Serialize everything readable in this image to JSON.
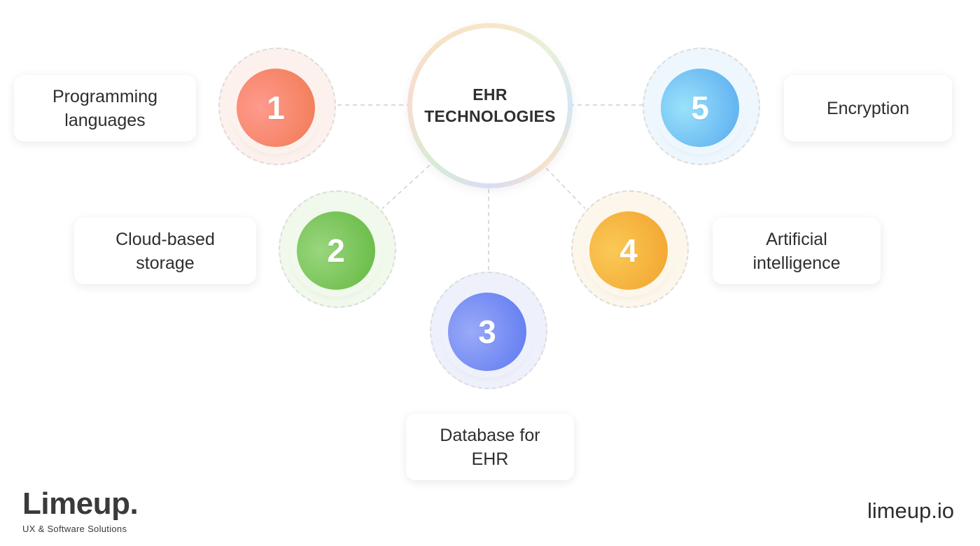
{
  "center": {
    "line1": "EHR",
    "line2": "TECHNOLOGIES"
  },
  "items": [
    {
      "number": "1",
      "label": "Programming languages",
      "color_from": "#ff9a8e",
      "color_to": "#f07a52",
      "halo": "#fdf1ee"
    },
    {
      "number": "2",
      "label": "Cloud-based storage",
      "color_from": "#9ad67e",
      "color_to": "#62b840",
      "halo": "#f0f9ec"
    },
    {
      "number": "3",
      "label": "Database for EHR",
      "color_from": "#9aaaf8",
      "color_to": "#5c78f0",
      "halo": "#eef1fc"
    },
    {
      "number": "4",
      "label": "Artificial intelligence",
      "color_from": "#fbc957",
      "color_to": "#f1a22c",
      "halo": "#fdf6ea"
    },
    {
      "number": "5",
      "label": "Encryption",
      "color_from": "#9ae2fa",
      "color_to": "#57a9f0",
      "halo": "#edf7fd"
    }
  ],
  "brand": {
    "name": "Limeup.",
    "tagline": "UX & Software Solutions"
  },
  "website": "limeup.io"
}
